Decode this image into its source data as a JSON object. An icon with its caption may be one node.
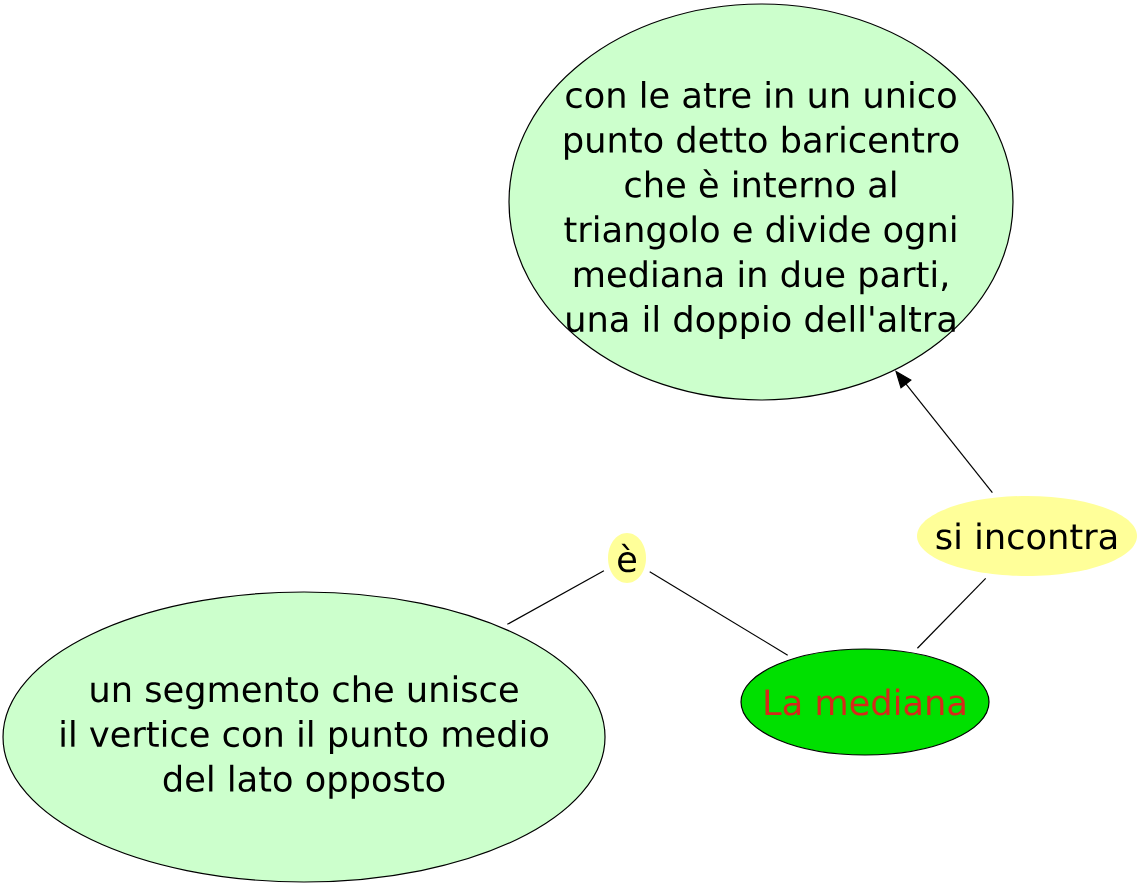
{
  "diagram": {
    "nodes": [
      {
        "text": [
          "con le atre in un unico punto detto baricentro che è interno al triangolo e divide ogni mediana in due parti, una il doppio dell'altra"
        ]
      },
      {
        "text": [
          "si incontra"
        ]
      },
      {
        "text": [
          "è"
        ]
      },
      {
        "text": [
          "La mediana"
        ]
      },
      {
        "text": [
          "un segmento che unisce il vertice con il punto medio del lato opposto"
        ]
      }
    ],
    "edges": [
      {
        "from": 3,
        "to": 2,
        "arrow": "none"
      },
      {
        "from": 2,
        "to": 4,
        "arrow": "none"
      },
      {
        "from": 3,
        "to": 1,
        "arrow": "none"
      },
      {
        "from": 1,
        "to": 0,
        "arrow": "to"
      }
    ]
  }
}
